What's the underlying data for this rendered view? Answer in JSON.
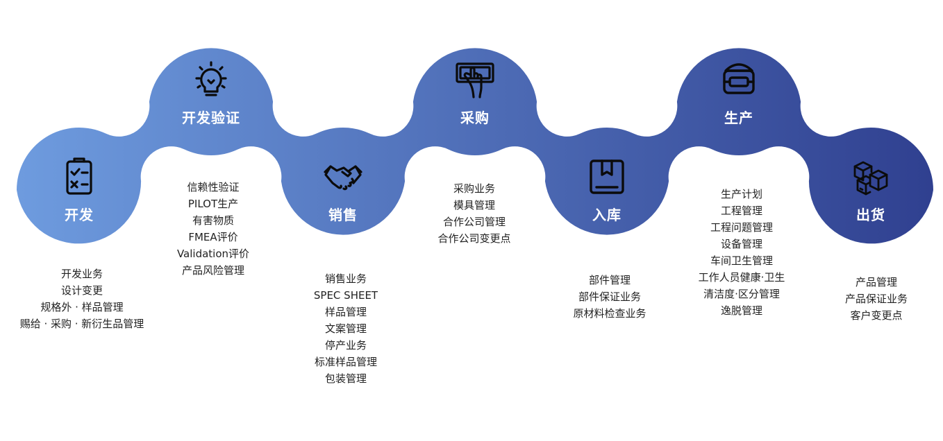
{
  "colors": {
    "gradient_start": "#6f9de0",
    "gradient_end": "#2f3f8f",
    "text_dark": "#222222",
    "on_shape": "#ffffff"
  },
  "stages": [
    {
      "id": "kaifa",
      "title": "开发",
      "icon": "checklist-icon",
      "items": [
        "开发业务",
        "设计变更",
        "规格外 · 样品管理",
        "赐给 · 采购 · 新衍生品管理"
      ]
    },
    {
      "id": "kaifa-yanzheng",
      "title": "开发验证",
      "icon": "lightbulb-icon",
      "items": [
        "信赖性验证",
        "PILOT生产",
        "有害物质",
        "FMEA评价",
        "Validation评价",
        "产品风险管理"
      ]
    },
    {
      "id": "xiaoshou",
      "title": "销售",
      "icon": "handshake-icon",
      "items": [
        "销售业务",
        "SPEC SHEET",
        "样品管理",
        "文案管理",
        "停产业务",
        "标准样品管理",
        "包装管理"
      ]
    },
    {
      "id": "caigou",
      "title": "采购",
      "icon": "hand-payment-icon",
      "items": [
        "采购业务",
        "模具管理",
        "合作公司管理",
        "合作公司变更点"
      ]
    },
    {
      "id": "ruku",
      "title": "入库",
      "icon": "package-icon",
      "items": [
        "部件管理",
        "部件保证业务",
        "原材料检查业务"
      ]
    },
    {
      "id": "shengchan",
      "title": "生产",
      "icon": "production-machine-icon",
      "items": [
        "生产计划",
        "工程管理",
        "工程问题管理",
        "设备管理",
        "车间卫生管理",
        "工作人员健康·卫生",
        "清洁度·区分管理",
        "逸脱管理"
      ]
    },
    {
      "id": "chuhuo",
      "title": "出货",
      "icon": "boxes-icon",
      "items": [
        "产品管理",
        "产品保证业务",
        "客户变更点"
      ]
    }
  ]
}
